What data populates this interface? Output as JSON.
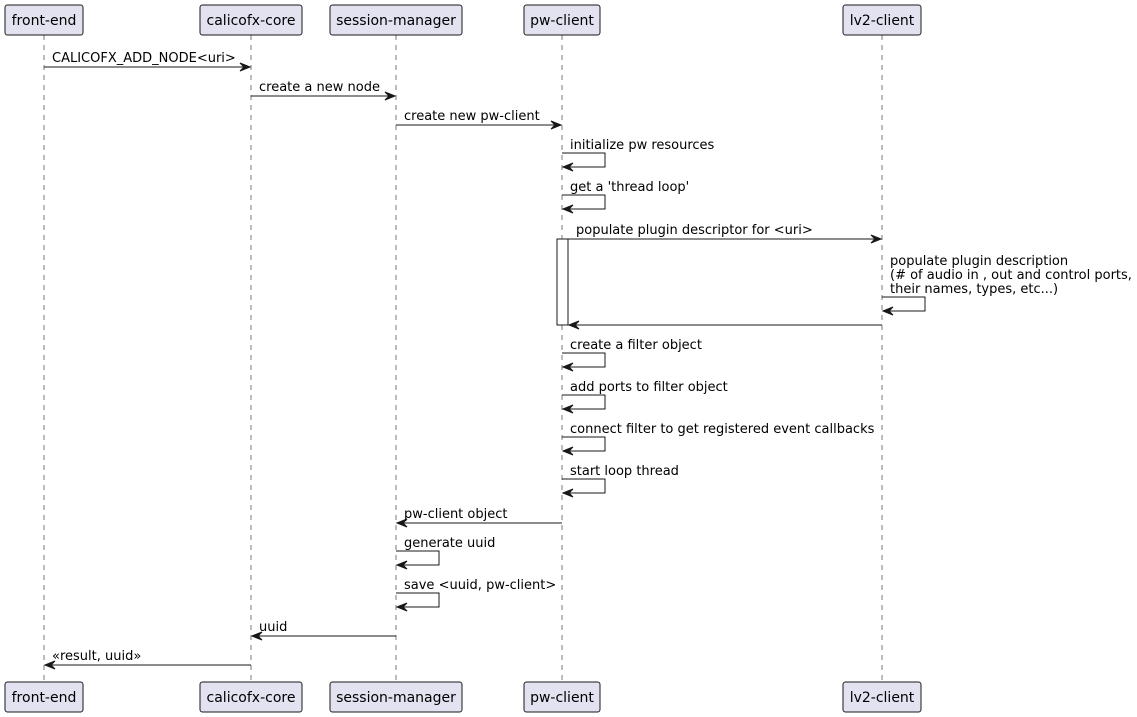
{
  "participants": [
    "front-end",
    "calicofx-core",
    "session-manager",
    "pw-client",
    "lv2-client"
  ],
  "messages": [
    {
      "from": "front-end",
      "to": "calicofx-core",
      "lines": [
        "CALICOFX_ADD_NODE<uri>"
      ]
    },
    {
      "from": "calicofx-core",
      "to": "session-manager",
      "lines": [
        "create a new node"
      ]
    },
    {
      "from": "session-manager",
      "to": "pw-client",
      "lines": [
        "create new pw-client"
      ]
    },
    {
      "from": "pw-client",
      "to": "pw-client",
      "lines": [
        "initialize pw resources"
      ]
    },
    {
      "from": "pw-client",
      "to": "pw-client",
      "lines": [
        "get a 'thread loop'"
      ]
    },
    {
      "from": "pw-client",
      "to": "lv2-client",
      "lines": [
        "populate plugin descriptor for <uri>"
      ]
    },
    {
      "from": "lv2-client",
      "to": "lv2-client",
      "lines": [
        "populate plugin description",
        "(# of audio in , out and control ports,",
        "their names, types, etc...)"
      ]
    },
    {
      "from": "lv2-client",
      "to": "pw-client",
      "lines": []
    },
    {
      "from": "pw-client",
      "to": "pw-client",
      "lines": [
        "create a filter object"
      ]
    },
    {
      "from": "pw-client",
      "to": "pw-client",
      "lines": [
        "add ports to filter object"
      ]
    },
    {
      "from": "pw-client",
      "to": "pw-client",
      "lines": [
        "connect filter to get registered event callbacks"
      ]
    },
    {
      "from": "pw-client",
      "to": "pw-client",
      "lines": [
        "start loop thread"
      ]
    },
    {
      "from": "pw-client",
      "to": "session-manager",
      "lines": [
        "pw-client object"
      ]
    },
    {
      "from": "session-manager",
      "to": "session-manager",
      "lines": [
        "generate uuid"
      ]
    },
    {
      "from": "session-manager",
      "to": "session-manager",
      "lines": [
        "save <uuid, pw-client>"
      ]
    },
    {
      "from": "session-manager",
      "to": "calicofx-core",
      "lines": [
        "uuid"
      ]
    },
    {
      "from": "calicofx-core",
      "to": "front-end",
      "lines": [
        "«result, uuid»"
      ]
    }
  ]
}
